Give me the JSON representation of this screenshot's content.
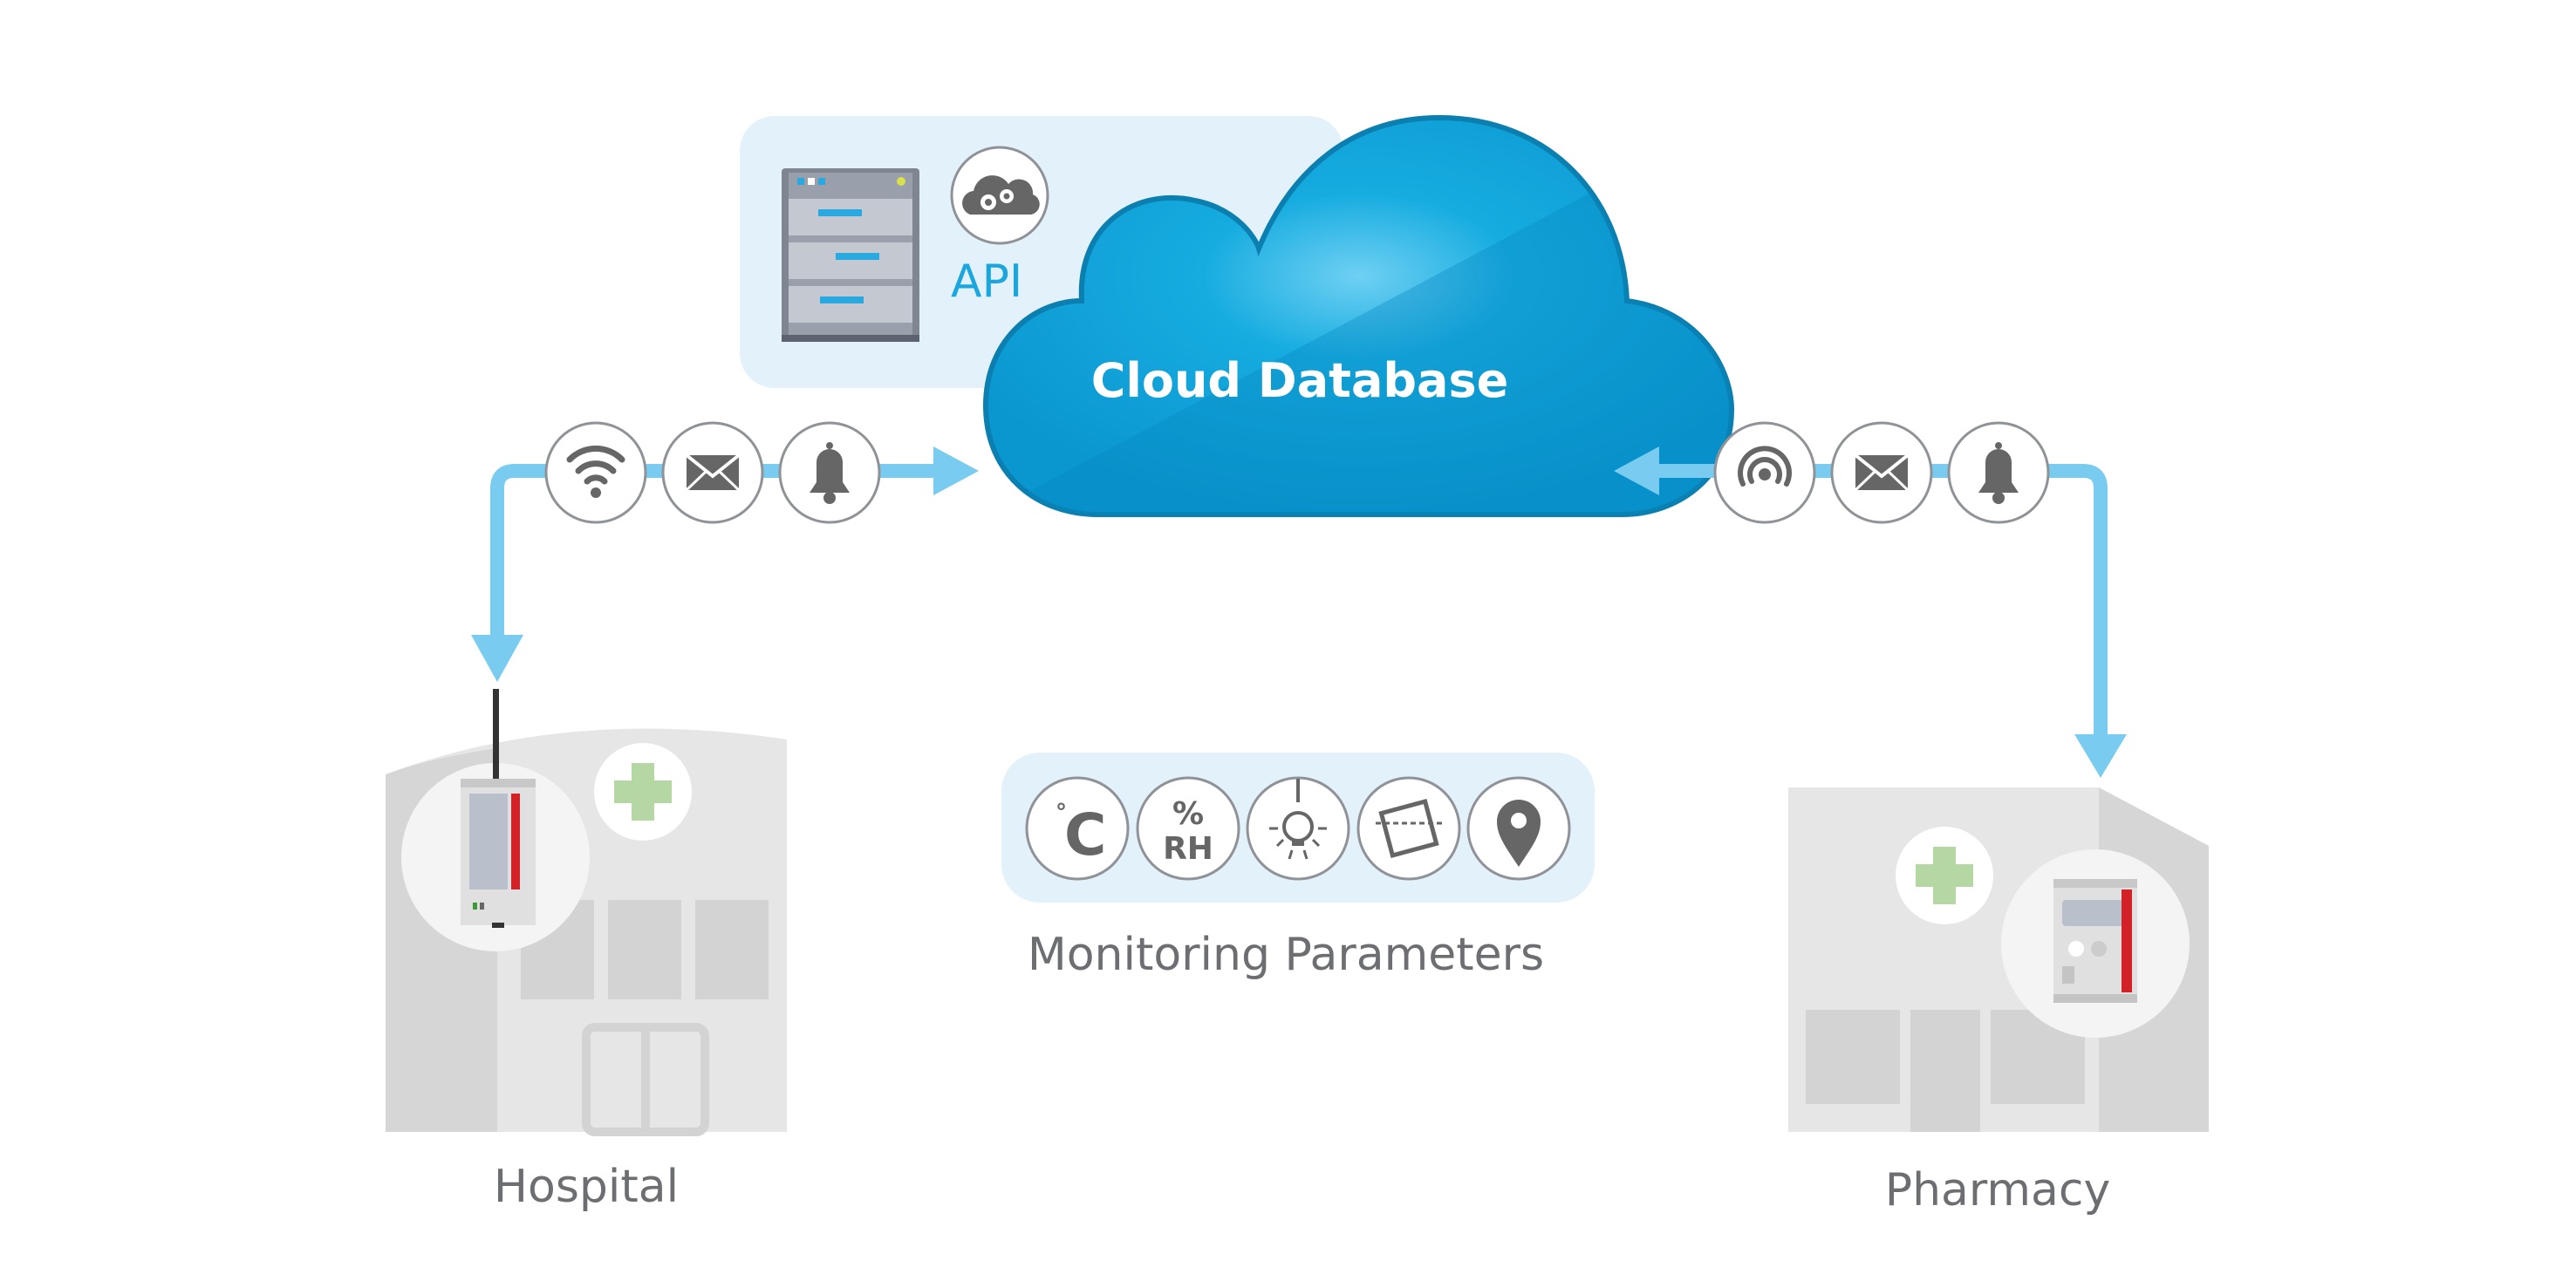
{
  "cloud": {
    "label": "Cloud Database"
  },
  "api": {
    "label": "API",
    "server_icon": "server-rack-icon",
    "gear_cloud_icon": "cloud-gears-icon"
  },
  "left_channel": {
    "icons": [
      "wifi-icon",
      "envelope-icon",
      "bell-icon"
    ]
  },
  "right_channel": {
    "icons": [
      "radio-signal-icon",
      "envelope-icon",
      "bell-icon"
    ]
  },
  "monitoring": {
    "title": "Monitoring Parameters",
    "icons": [
      {
        "name": "temperature-icon",
        "text": "C",
        "sup": "°"
      },
      {
        "name": "humidity-icon",
        "text_top": "%",
        "text_bottom": "RH"
      },
      {
        "name": "light-icon"
      },
      {
        "name": "tilt-icon"
      },
      {
        "name": "location-pin-icon"
      }
    ]
  },
  "hospital": {
    "label": "Hospital"
  },
  "pharmacy": {
    "label": "Pharmacy"
  },
  "colors": {
    "accent_blue": "#1ba6de",
    "arrow_blue": "#79ccef",
    "cloud_dark": "#0d8fc4",
    "panel_bg": "#e3f2fa",
    "building": "#e6e6e6",
    "building_dark": "#d3d3d3",
    "cross_green": "#b5d7a3",
    "device_red": "#d32128",
    "icon_grey": "#666666",
    "label_grey": "#6d6e71"
  }
}
